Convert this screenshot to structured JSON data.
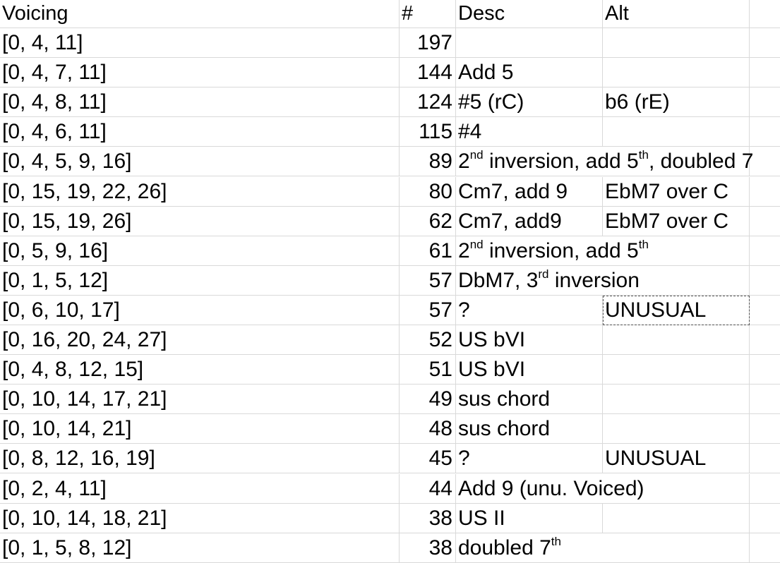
{
  "header": {
    "voicing": "Voicing",
    "count": "#",
    "desc": "Desc",
    "alt": "Alt"
  },
  "rows": [
    {
      "voicing": "[0, 4, 11]",
      "count": "197",
      "desc": "",
      "alt": ""
    },
    {
      "voicing": "[0, 4, 7, 11]",
      "count": "144",
      "desc": "Add 5",
      "alt": ""
    },
    {
      "voicing": "[0, 4, 8, 11]",
      "count": "124",
      "desc": "#5 (rC)",
      "alt": "b6 (rE)"
    },
    {
      "voicing": "[0, 4, 6, 11]",
      "count": "115",
      "desc": "#4",
      "alt": ""
    },
    {
      "voicing": "[0, 4, 5, 9, 16]",
      "count": "89",
      "desc_parts": [
        "2",
        "nd",
        " inversion, add 5",
        "th",
        ", doubled 7"
      ],
      "alt": ""
    },
    {
      "voicing": "[0, 15, 19, 22, 26]",
      "count": "80",
      "desc": "Cm7, add 9",
      "alt": "EbM7 over C"
    },
    {
      "voicing": "[0, 15, 19, 26]",
      "count": "62",
      "desc": "Cm7, add9",
      "alt": "EbM7 over C"
    },
    {
      "voicing": "[0, 5, 9, 16]",
      "count": "61",
      "desc_parts": [
        "2",
        "nd",
        " inversion, add 5",
        "th"
      ],
      "alt": ""
    },
    {
      "voicing": "[0, 1, 5, 12]",
      "count": "57",
      "desc_parts": [
        "DbM7, 3",
        "rd",
        " inversion"
      ],
      "alt": ""
    },
    {
      "voicing": "[0, 6, 10, 17]",
      "count": "57",
      "desc": "?",
      "alt": "UNUSUAL"
    },
    {
      "voicing": "[0, 16, 20, 24, 27]",
      "count": "52",
      "desc": "US bVI",
      "alt": ""
    },
    {
      "voicing": "[0, 4, 8, 12, 15]",
      "count": "51",
      "desc": "US bVI",
      "alt": ""
    },
    {
      "voicing": "[0, 10, 14, 17, 21]",
      "count": "49",
      "desc": "sus chord",
      "alt": ""
    },
    {
      "voicing": "[0, 10, 14, 21]",
      "count": "48",
      "desc": "sus chord",
      "alt": ""
    },
    {
      "voicing": "[0, 8, 12, 16, 19]",
      "count": "45",
      "desc": "?",
      "alt": "UNUSUAL"
    },
    {
      "voicing": "[0, 2, 4, 11]",
      "count": "44",
      "desc": "Add 9 (unu. Voiced)",
      "alt": ""
    },
    {
      "voicing": "[0, 10, 14, 18, 21]",
      "count": "38",
      "desc": "US II",
      "alt": ""
    },
    {
      "voicing": "[0, 1, 5, 8, 12]",
      "count": "38",
      "desc_parts": [
        "doubled 7",
        "th"
      ],
      "alt": ""
    }
  ]
}
